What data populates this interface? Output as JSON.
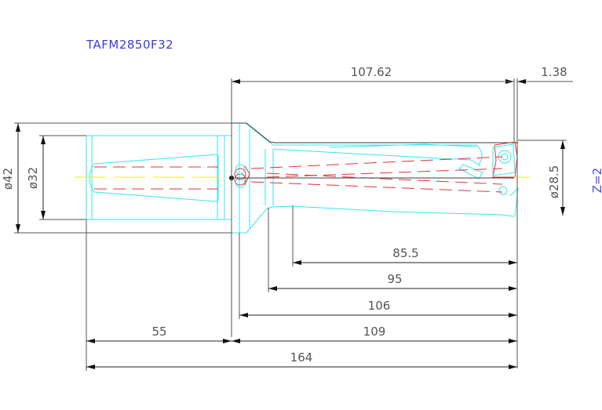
{
  "drawing": {
    "part_number": "TAFM2850F32",
    "flute_count_label": "Z=2",
    "colors": {
      "title": "#3b3bdd",
      "dimension": "#555555",
      "tool_outline": "#35e6f0",
      "coolant_holes": "#e53333",
      "centerline": "#f0f000"
    }
  },
  "dimensions": {
    "shank_diameter": "ø42",
    "shank_bore_diameter": "ø32",
    "cutting_diameter": "ø28.5",
    "insert_offset": "1.38",
    "body_to_tip": "107.62",
    "flute_length_85": "85.5",
    "length_95": "95",
    "length_106": "106",
    "body_length": "109",
    "shank_length": "55",
    "overall_length": "164"
  }
}
